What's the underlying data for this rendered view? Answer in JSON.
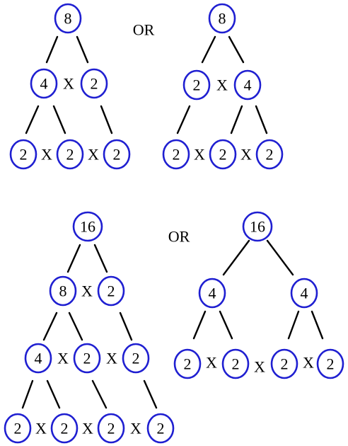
{
  "or_label": "OR",
  "times_label": "X",
  "trees": [
    {
      "nodes": [
        "8",
        "4",
        "2",
        "2",
        "2",
        "2"
      ]
    },
    {
      "nodes": [
        "8",
        "2",
        "4",
        "2",
        "2",
        "2"
      ]
    },
    {
      "nodes": [
        "16",
        "8",
        "2",
        "4",
        "2",
        "2",
        "2",
        "2",
        "2",
        "2"
      ]
    },
    {
      "nodes": [
        "16",
        "4",
        "4",
        "2",
        "2",
        "2",
        "2"
      ]
    }
  ]
}
